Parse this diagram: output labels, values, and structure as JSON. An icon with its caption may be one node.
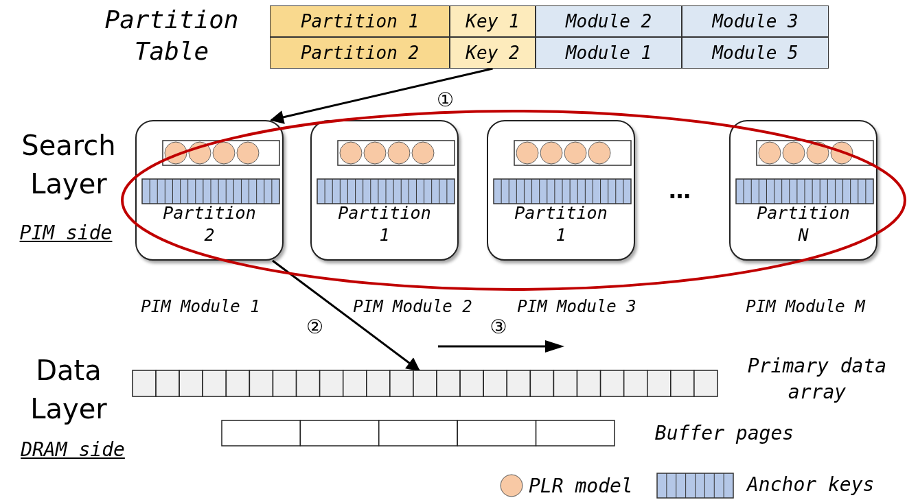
{
  "diagram": {
    "nodes": [
      {
        "text": [
          "Partition 1"
        ]
      },
      {
        "text": [
          "Key 1"
        ]
      },
      {
        "text": [
          "Module 2"
        ]
      },
      {
        "text": [
          "Module 3"
        ]
      },
      {
        "text": [
          "Partition 2"
        ]
      },
      {
        "text": [
          "Key 2"
        ]
      },
      {
        "text": [
          "Module 1"
        ]
      },
      {
        "text": [
          "Module 5"
        ]
      },
      {
        "text": [
          "Partition 2"
        ],
        "beside": [
          "PIM Module 1"
        ]
      },
      {
        "text": [
          "Partition 1"
        ],
        "beside": [
          "PIM Module 2"
        ]
      },
      {
        "text": [
          "Partition 1"
        ],
        "beside": [
          "PIM Module 3"
        ]
      },
      {
        "text": [
          "Partition N"
        ],
        "beside": [
          "PIM Module M"
        ]
      },
      {
        "text": [],
        "shape": "bar",
        "beside": [
          "Primary data array"
        ]
      },
      {
        "text": [],
        "shape": "bar",
        "beside": [
          "Buffer pages"
        ]
      }
    ],
    "edges": [
      {
        "from": 5,
        "to": 8,
        "arrow": "to",
        "label": "①"
      },
      {
        "from": 8,
        "to": 12,
        "arrow": "to",
        "label": "②"
      }
    ],
    "labels": [
      "Partition Table",
      "Search Layer",
      "PIM side",
      "…",
      "③",
      "Data Layer",
      "DRAM side"
    ],
    "legend": [
      {
        "text": "PLR model"
      },
      {
        "text": "Anchor keys"
      }
    ]
  }
}
